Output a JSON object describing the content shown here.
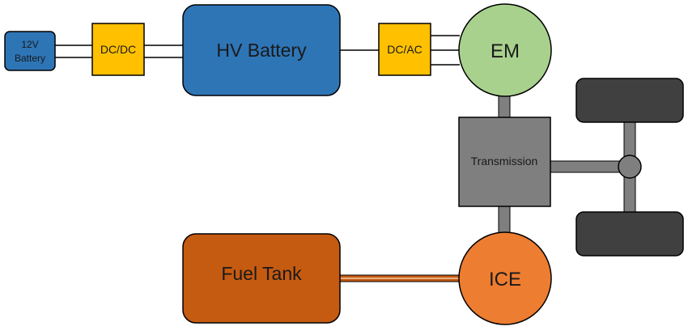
{
  "diagram": {
    "blocks": {
      "battery_12v": {
        "line1": "12V",
        "line2": "Battery",
        "color": "#2e75b6"
      },
      "dcdc": {
        "label": "DC/DC",
        "color": "#ffc000"
      },
      "hv_battery": {
        "label": "HV Battery",
        "color": "#2e75b6"
      },
      "dcac": {
        "label": "DC/AC",
        "color": "#ffc000"
      },
      "em": {
        "label": "EM",
        "color": "#a9d18e"
      },
      "transmission": {
        "label": "Transmission",
        "color": "#7f7f7f"
      },
      "fuel_tank": {
        "label": "Fuel Tank",
        "color": "#c55a11"
      },
      "ice": {
        "label": "ICE",
        "color": "#ed7d31"
      },
      "wheels": {
        "color": "#404040"
      }
    }
  }
}
